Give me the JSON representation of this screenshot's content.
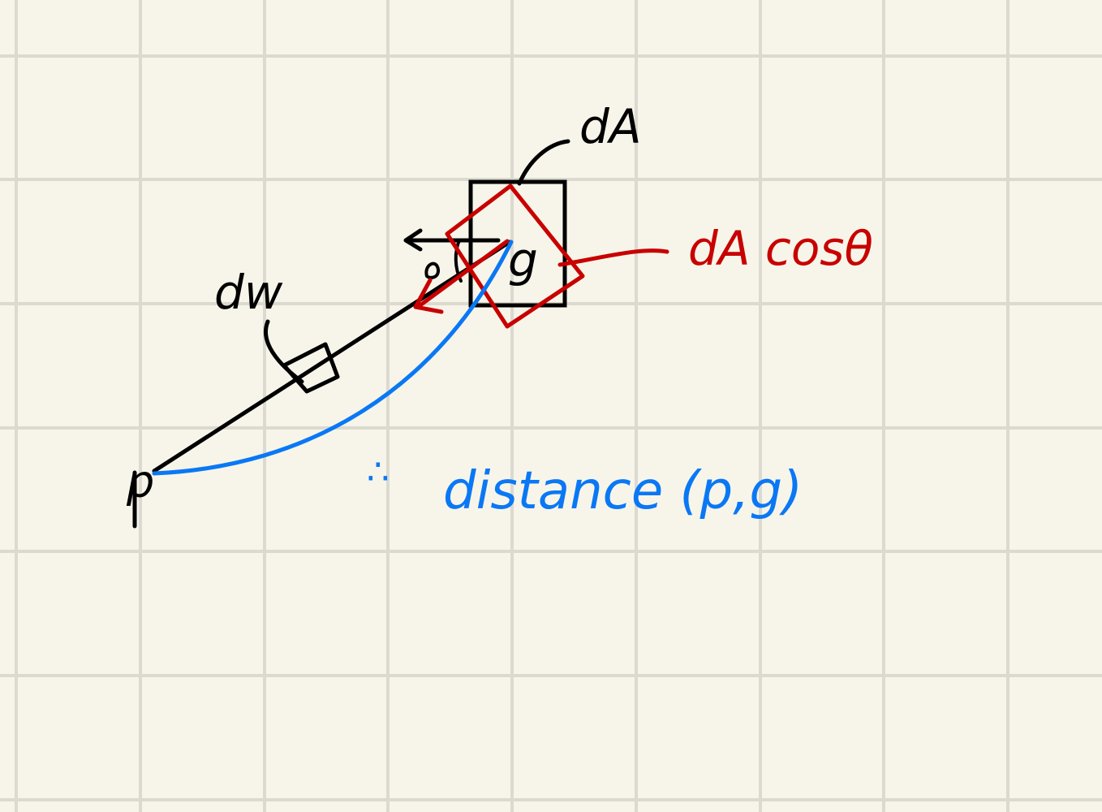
{
  "labels": {
    "dA": "dA",
    "dA_cos_theta": "dA cosθ",
    "dw": "dw",
    "p": "p",
    "g": "g",
    "theta": "θ",
    "distance": "distance (p,g)",
    "therefore_mark": "∴"
  },
  "colors": {
    "paper": "#f7f5e9",
    "grid": "#dcdad0",
    "ink": "#000000",
    "red": "#c80000",
    "blue": "#0a78f5"
  }
}
